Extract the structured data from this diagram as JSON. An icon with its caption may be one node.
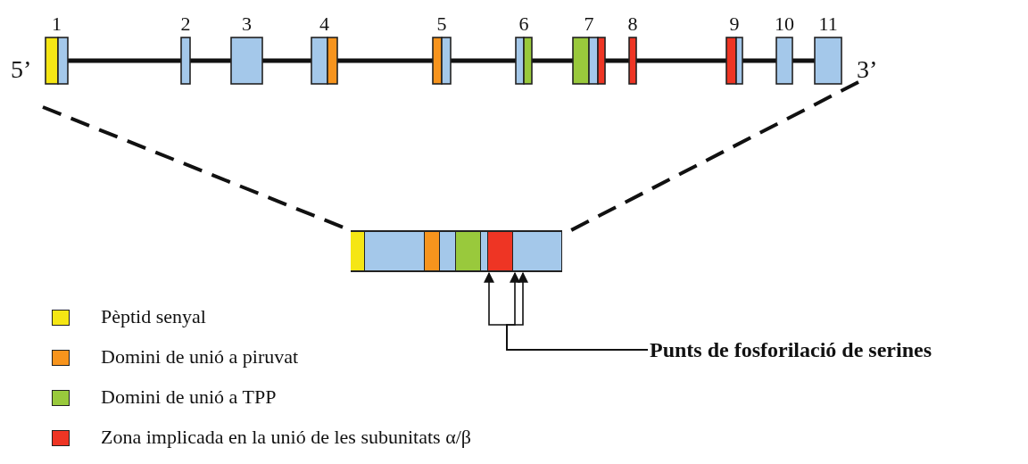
{
  "diagram": {
    "nodes": [
      {
        "text": [
          "Punts de fosforilació de serines"
        ]
      },
      {
        "text": [],
        "shape": "bar"
      }
    ],
    "edges": [
      {
        "from": 0,
        "to": 1,
        "arrow": "to"
      },
      {
        "from": 0,
        "to": 1,
        "arrow": "to"
      },
      {
        "from": 0,
        "to": 1,
        "arrow": "to"
      }
    ],
    "labels": [
      "1",
      "2",
      "3",
      "4",
      "5",
      "6",
      "7",
      "8",
      "9",
      "10",
      "11",
      "5’",
      "3’"
    ],
    "legend": [
      {
        "text": "Pèptid senyal",
        "color": "#f5e614"
      },
      {
        "text": "Domini de unió a piruvat",
        "color": "#f7941d"
      },
      {
        "text": "Domini de unió a TPP",
        "color": "#99c93c"
      },
      {
        "text": "Zona implicada en la unió de les subunitats α/β",
        "color": "#ee3524"
      }
    ]
  }
}
